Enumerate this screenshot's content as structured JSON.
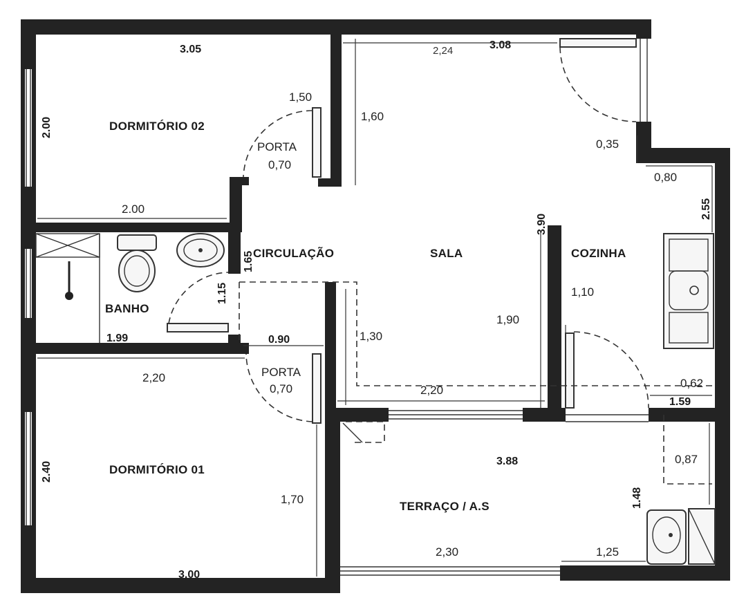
{
  "rooms": {
    "dorm02": "DORMITÓRIO  02",
    "dorm01": "DORMITÓRIO  01",
    "banho": "BANHO",
    "circulacao": "CIRCULAÇÃO",
    "sala": "SALA",
    "cozinha": "COZINHA",
    "terraco": "TERRAÇO  /  A.S"
  },
  "porta_labels": [
    "PORTA",
    "0,70",
    "PORTA",
    "0,70"
  ],
  "dimensions": [
    "3.05",
    "2.00",
    "2.00",
    "1,50",
    "2,24",
    "3.08",
    "1,60",
    "0,35",
    "0,80",
    "2.55",
    "3.90",
    "1.65",
    "1.15",
    "1.99",
    "0.90",
    "1,10",
    "1,90",
    "1,30",
    "2,20",
    "0,62",
    "1.59",
    "2,20",
    "2.40",
    "1,70",
    "3.00",
    "3.88",
    "0,87",
    "1.48",
    "2,30",
    "1,25"
  ]
}
